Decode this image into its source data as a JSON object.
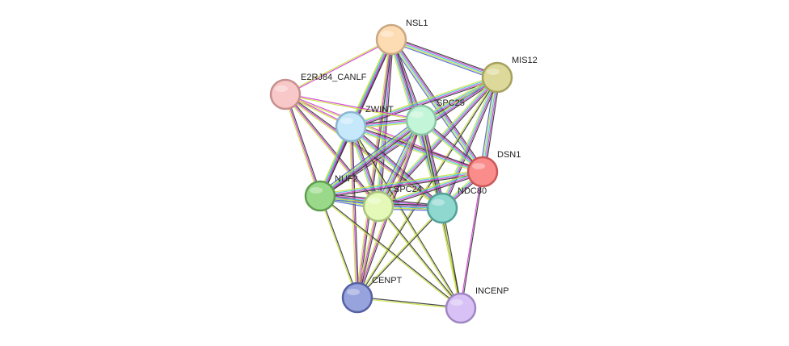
{
  "nodes": [
    {
      "id": "NSL1",
      "label": "NSL1",
      "color": "#fddcb4",
      "stroke": "#c9a882"
    },
    {
      "id": "MIS12",
      "label": "MIS12",
      "color": "#dcd99a",
      "stroke": "#a6a25e"
    },
    {
      "id": "E2RJ84_CANLF",
      "label": "E2RJ84_CANLF",
      "color": "#f8c8c8",
      "stroke": "#c88f8f"
    },
    {
      "id": "ZWINT",
      "label": "ZWINT",
      "color": "#c6e8fb",
      "stroke": "#8ab6cf"
    },
    {
      "id": "SPC25",
      "label": "SPC25",
      "color": "#c3f5d8",
      "stroke": "#88c7a4"
    },
    {
      "id": "DSN1",
      "label": "DSN1",
      "color": "#fb8c8c",
      "stroke": "#c95757"
    },
    {
      "id": "NUF2",
      "label": "NUF2",
      "color": "#9ad98a",
      "stroke": "#5e9e4f"
    },
    {
      "id": "SPC24",
      "label": "SPC24",
      "color": "#e4f9b8",
      "stroke": "#a8c47b"
    },
    {
      "id": "NDC80",
      "label": "NDC80",
      "color": "#8fd8cf",
      "stroke": "#53a198"
    },
    {
      "id": "CENPT",
      "label": "CENPT",
      "color": "#97a3dd",
      "stroke": "#5561a3"
    },
    {
      "id": "INCENP",
      "label": "INCENP",
      "color": "#d8c2f5",
      "stroke": "#9f86c2"
    }
  ],
  "edge_colors": {
    "black": "#333333",
    "magenta": "#d43bd4",
    "cyan": "#43c6dc",
    "yellow": "#c8e03c",
    "blue": "#4a5fd9",
    "purple": "#7a3fa0"
  },
  "edges": [
    {
      "a": "NSL1",
      "b": "MIS12",
      "types": [
        "black",
        "magenta",
        "cyan",
        "yellow",
        "blue"
      ]
    },
    {
      "a": "NSL1",
      "b": "E2RJ84_CANLF",
      "types": [
        "magenta",
        "yellow"
      ]
    },
    {
      "a": "NSL1",
      "b": "ZWINT",
      "types": [
        "black",
        "magenta",
        "cyan",
        "yellow"
      ]
    },
    {
      "a": "NSL1",
      "b": "SPC25",
      "types": [
        "black",
        "magenta",
        "cyan",
        "yellow"
      ]
    },
    {
      "a": "NSL1",
      "b": "DSN1",
      "types": [
        "black",
        "magenta",
        "cyan",
        "yellow",
        "blue"
      ]
    },
    {
      "a": "NSL1",
      "b": "NUF2",
      "types": [
        "black",
        "magenta",
        "cyan",
        "yellow"
      ]
    },
    {
      "a": "NSL1",
      "b": "SPC24",
      "types": [
        "black",
        "magenta",
        "cyan",
        "yellow"
      ]
    },
    {
      "a": "NSL1",
      "b": "NDC80",
      "types": [
        "black",
        "magenta",
        "cyan",
        "yellow"
      ]
    },
    {
      "a": "NSL1",
      "b": "CENPT",
      "types": [
        "black",
        "magenta",
        "yellow"
      ]
    },
    {
      "a": "MIS12",
      "b": "ZWINT",
      "types": [
        "black",
        "magenta",
        "cyan",
        "yellow"
      ]
    },
    {
      "a": "MIS12",
      "b": "SPC25",
      "types": [
        "black",
        "magenta",
        "cyan",
        "yellow"
      ]
    },
    {
      "a": "MIS12",
      "b": "DSN1",
      "types": [
        "black",
        "magenta",
        "cyan",
        "yellow",
        "blue"
      ]
    },
    {
      "a": "MIS12",
      "b": "NUF2",
      "types": [
        "black",
        "magenta",
        "cyan",
        "yellow"
      ]
    },
    {
      "a": "MIS12",
      "b": "SPC24",
      "types": [
        "black",
        "magenta",
        "cyan",
        "yellow"
      ]
    },
    {
      "a": "MIS12",
      "b": "NDC80",
      "types": [
        "black",
        "magenta",
        "cyan",
        "yellow"
      ]
    },
    {
      "a": "MIS12",
      "b": "CENPT",
      "types": [
        "black",
        "yellow"
      ]
    },
    {
      "a": "E2RJ84_CANLF",
      "b": "ZWINT",
      "types": [
        "magenta",
        "yellow"
      ]
    },
    {
      "a": "E2RJ84_CANLF",
      "b": "SPC25",
      "types": [
        "magenta",
        "yellow"
      ]
    },
    {
      "a": "E2RJ84_CANLF",
      "b": "DSN1",
      "types": [
        "magenta",
        "yellow"
      ]
    },
    {
      "a": "E2RJ84_CANLF",
      "b": "NUF2",
      "types": [
        "black",
        "magenta",
        "yellow"
      ]
    },
    {
      "a": "E2RJ84_CANLF",
      "b": "SPC24",
      "types": [
        "black",
        "magenta",
        "yellow"
      ]
    },
    {
      "a": "E2RJ84_CANLF",
      "b": "NDC80",
      "types": [
        "black",
        "magenta",
        "yellow"
      ]
    },
    {
      "a": "ZWINT",
      "b": "SPC25",
      "types": [
        "black",
        "magenta",
        "cyan",
        "yellow"
      ]
    },
    {
      "a": "ZWINT",
      "b": "DSN1",
      "types": [
        "black",
        "magenta",
        "cyan",
        "yellow"
      ]
    },
    {
      "a": "ZWINT",
      "b": "NUF2",
      "types": [
        "black",
        "magenta",
        "cyan",
        "yellow"
      ]
    },
    {
      "a": "ZWINT",
      "b": "SPC24",
      "types": [
        "black",
        "magenta",
        "cyan",
        "yellow"
      ]
    },
    {
      "a": "ZWINT",
      "b": "NDC80",
      "types": [
        "black",
        "magenta",
        "cyan",
        "yellow"
      ]
    },
    {
      "a": "ZWINT",
      "b": "CENPT",
      "types": [
        "black",
        "magenta",
        "yellow"
      ]
    },
    {
      "a": "ZWINT",
      "b": "INCENP",
      "types": [
        "black",
        "yellow"
      ]
    },
    {
      "a": "SPC25",
      "b": "DSN1",
      "types": [
        "black",
        "magenta",
        "cyan",
        "yellow"
      ]
    },
    {
      "a": "SPC25",
      "b": "NUF2",
      "types": [
        "black",
        "magenta",
        "cyan",
        "yellow",
        "blue"
      ]
    },
    {
      "a": "SPC25",
      "b": "SPC24",
      "types": [
        "black",
        "magenta",
        "cyan",
        "yellow",
        "blue"
      ]
    },
    {
      "a": "SPC25",
      "b": "NDC80",
      "types": [
        "black",
        "magenta",
        "cyan",
        "yellow",
        "blue"
      ]
    },
    {
      "a": "SPC25",
      "b": "CENPT",
      "types": [
        "black",
        "magenta",
        "yellow"
      ]
    },
    {
      "a": "SPC25",
      "b": "INCENP",
      "types": [
        "black",
        "yellow"
      ]
    },
    {
      "a": "DSN1",
      "b": "NUF2",
      "types": [
        "black",
        "magenta",
        "cyan",
        "yellow"
      ]
    },
    {
      "a": "DSN1",
      "b": "SPC24",
      "types": [
        "black",
        "magenta",
        "cyan",
        "yellow"
      ]
    },
    {
      "a": "DSN1",
      "b": "NDC80",
      "types": [
        "black",
        "magenta",
        "cyan",
        "yellow"
      ]
    },
    {
      "a": "DSN1",
      "b": "INCENP",
      "types": [
        "black",
        "magenta"
      ]
    },
    {
      "a": "NUF2",
      "b": "SPC24",
      "types": [
        "black",
        "magenta",
        "cyan",
        "yellow",
        "blue"
      ]
    },
    {
      "a": "NUF2",
      "b": "NDC80",
      "types": [
        "black",
        "magenta",
        "cyan",
        "yellow",
        "blue"
      ]
    },
    {
      "a": "NUF2",
      "b": "CENPT",
      "types": [
        "black",
        "yellow"
      ]
    },
    {
      "a": "NUF2",
      "b": "INCENP",
      "types": [
        "black",
        "yellow"
      ]
    },
    {
      "a": "SPC24",
      "b": "NDC80",
      "types": [
        "black",
        "magenta",
        "cyan",
        "yellow",
        "blue"
      ]
    },
    {
      "a": "SPC24",
      "b": "CENPT",
      "types": [
        "black",
        "magenta",
        "yellow"
      ]
    },
    {
      "a": "SPC24",
      "b": "INCENP",
      "types": [
        "black",
        "yellow"
      ]
    },
    {
      "a": "NDC80",
      "b": "CENPT",
      "types": [
        "black",
        "yellow"
      ]
    },
    {
      "a": "NDC80",
      "b": "INCENP",
      "types": [
        "black",
        "yellow"
      ]
    },
    {
      "a": "CENPT",
      "b": "INCENP",
      "types": [
        "black",
        "yellow"
      ]
    }
  ]
}
